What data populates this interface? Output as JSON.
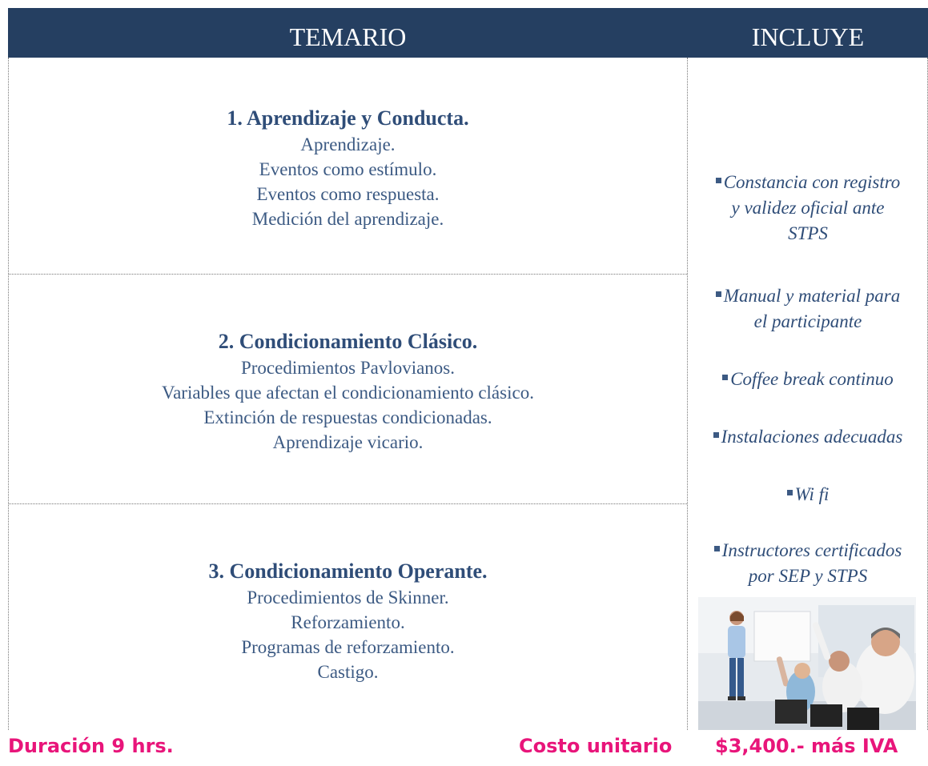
{
  "header": {
    "temario": "TEMARIO",
    "incluye": "INCLUYE"
  },
  "sections": [
    {
      "title": "1. Aprendizaje y Conducta.",
      "items": [
        "Aprendizaje.",
        "Eventos como estímulo.",
        "Eventos como respuesta.",
        "Medición del aprendizaje."
      ]
    },
    {
      "title": "2. Condicionamiento Clásico.",
      "items": [
        "Procedimientos Pavlovianos.",
        "Variables que afectan el condicionamiento clásico.",
        "Extinción de respuestas condicionadas.",
        "Aprendizaje vicario."
      ]
    },
    {
      "title": "3. Condicionamiento Operante.",
      "items": [
        "Procedimientos de Skinner.",
        "Reforzamiento.",
        "Programas de reforzamiento.",
        "Castigo."
      ]
    }
  ],
  "incluye": [
    {
      "lines": [
        "Constancia con registro",
        "y validez oficial ante",
        "STPS"
      ]
    },
    {
      "lines": [
        "Manual y material para",
        "el participante"
      ]
    },
    {
      "lines": [
        "Coffee break continuo"
      ]
    },
    {
      "lines": [
        "Instalaciones adecuadas"
      ]
    },
    {
      "lines": [
        "Wi fi"
      ]
    },
    {
      "lines": [
        "Instructores certificados",
        "por SEP y STPS"
      ]
    }
  ],
  "footer": {
    "duracion": "Duración  9 hrs.",
    "costo_label": "Costo unitario",
    "precio": "$3,400.- más IVA"
  },
  "colors": {
    "header_bg": "#253f61",
    "text_blue": "#3c5a83",
    "accent_pink": "#e8157a"
  }
}
